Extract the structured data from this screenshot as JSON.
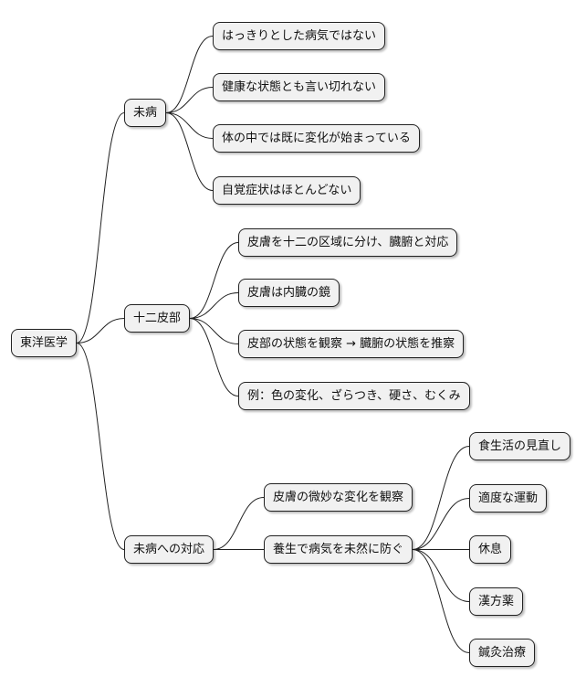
{
  "root": {
    "label": "東洋医学"
  },
  "branches": [
    {
      "label": "未病",
      "children": [
        {
          "label": "はっきりとした病気ではない"
        },
        {
          "label": "健康な状態とも言い切れない"
        },
        {
          "label": "体の中では既に変化が始まっている"
        },
        {
          "label": "自覚症状はほとんどない"
        }
      ]
    },
    {
      "label": "十二皮部",
      "children": [
        {
          "label": "皮膚を十二の区域に分け、臓腑と対応"
        },
        {
          "label": "皮膚は内臓の鏡"
        },
        {
          "label": "皮部の状態を観察 → 臓腑の状態を推察"
        },
        {
          "label": "例：色の変化、ざらつき、硬さ、むくみ"
        }
      ]
    },
    {
      "label": "未病への対応",
      "children": [
        {
          "label": "皮膚の微妙な変化を観察"
        },
        {
          "label": "養生で病気を未然に防ぐ",
          "children": [
            {
              "label": "食生活の見直し"
            },
            {
              "label": "適度な運動"
            },
            {
              "label": "休息"
            },
            {
              "label": "漢方薬"
            },
            {
              "label": "鍼灸治療"
            }
          ]
        }
      ]
    }
  ]
}
